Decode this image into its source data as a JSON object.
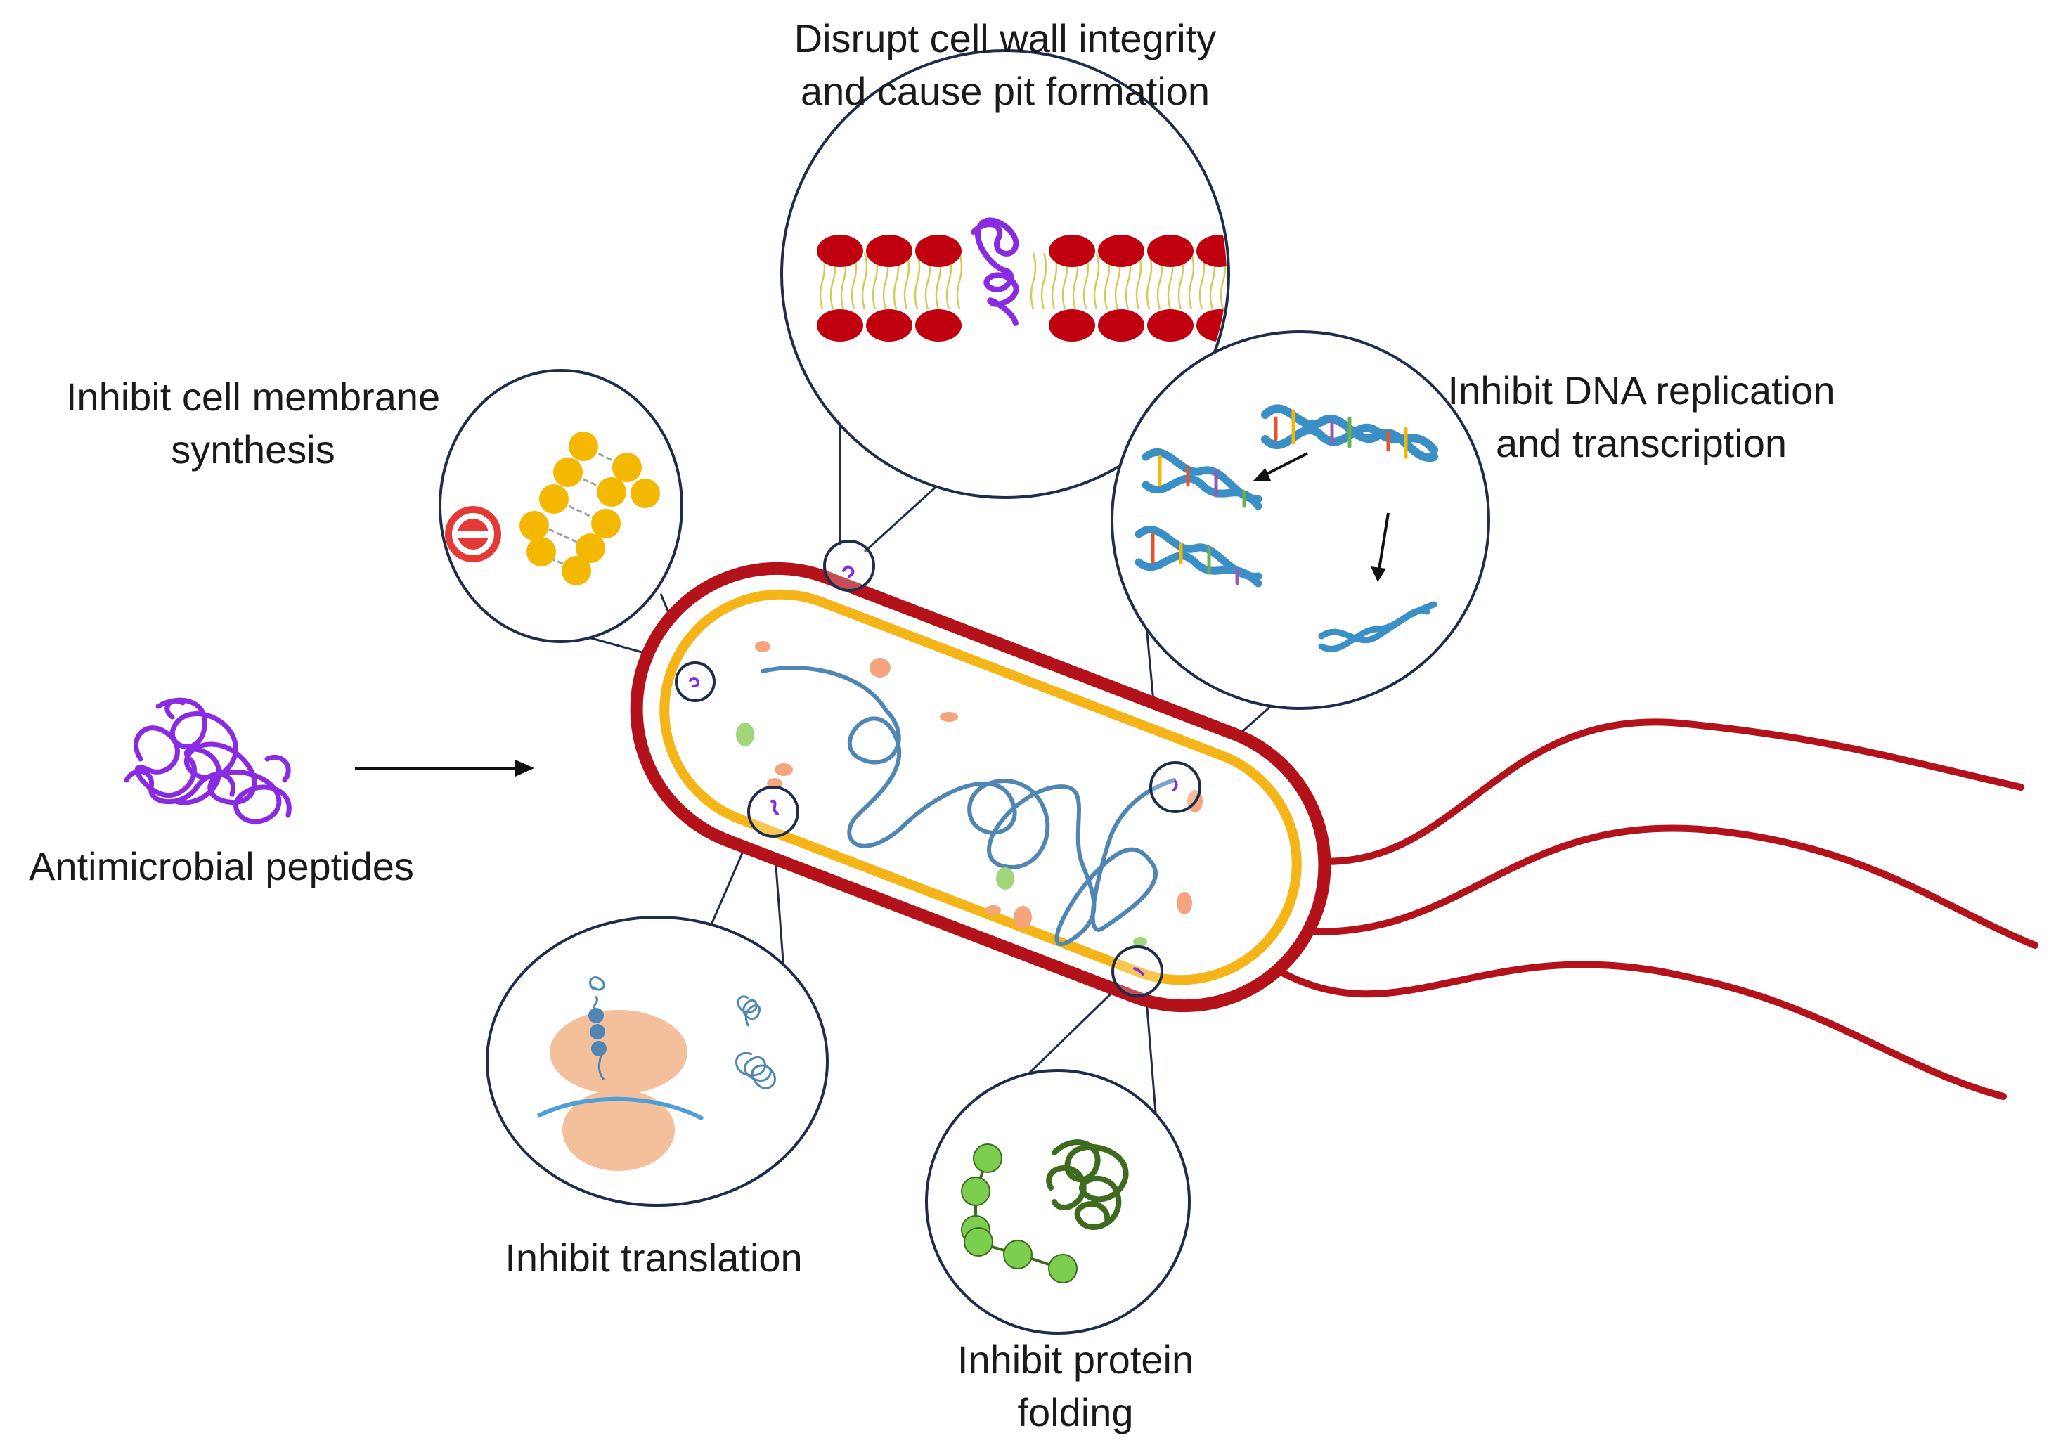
{
  "labels": {
    "cell_wall": [
      "Disrupt cell wall integrity",
      "and cause pit formation"
    ],
    "membrane": [
      "Inhibit cell membrane",
      "synthesis"
    ],
    "dna": [
      "Inhibit DNA replication",
      "and transcription"
    ],
    "amp": [
      "Antimicrobial peptides"
    ],
    "translation": [
      "Inhibit translation"
    ],
    "folding": [
      "Inhibit protein",
      "folding"
    ]
  },
  "colors": {
    "outer_wall": "#b3121b",
    "inner_membrane": "#f5b518",
    "circle_stroke": "#1f2d4d",
    "peptide": "#8a2be2",
    "dna_strand": "#4f86b3",
    "lipid_head": "#c0000f",
    "lipid_tail": "#d9c85a",
    "ribosome": "#f4bf9b",
    "protein_green": "#7ccf4e",
    "protein_dark": "#3f6b1f",
    "blocker": "#e53935",
    "yellow_ball": "#f5b800",
    "helix_blue": "#3a8fc7"
  }
}
